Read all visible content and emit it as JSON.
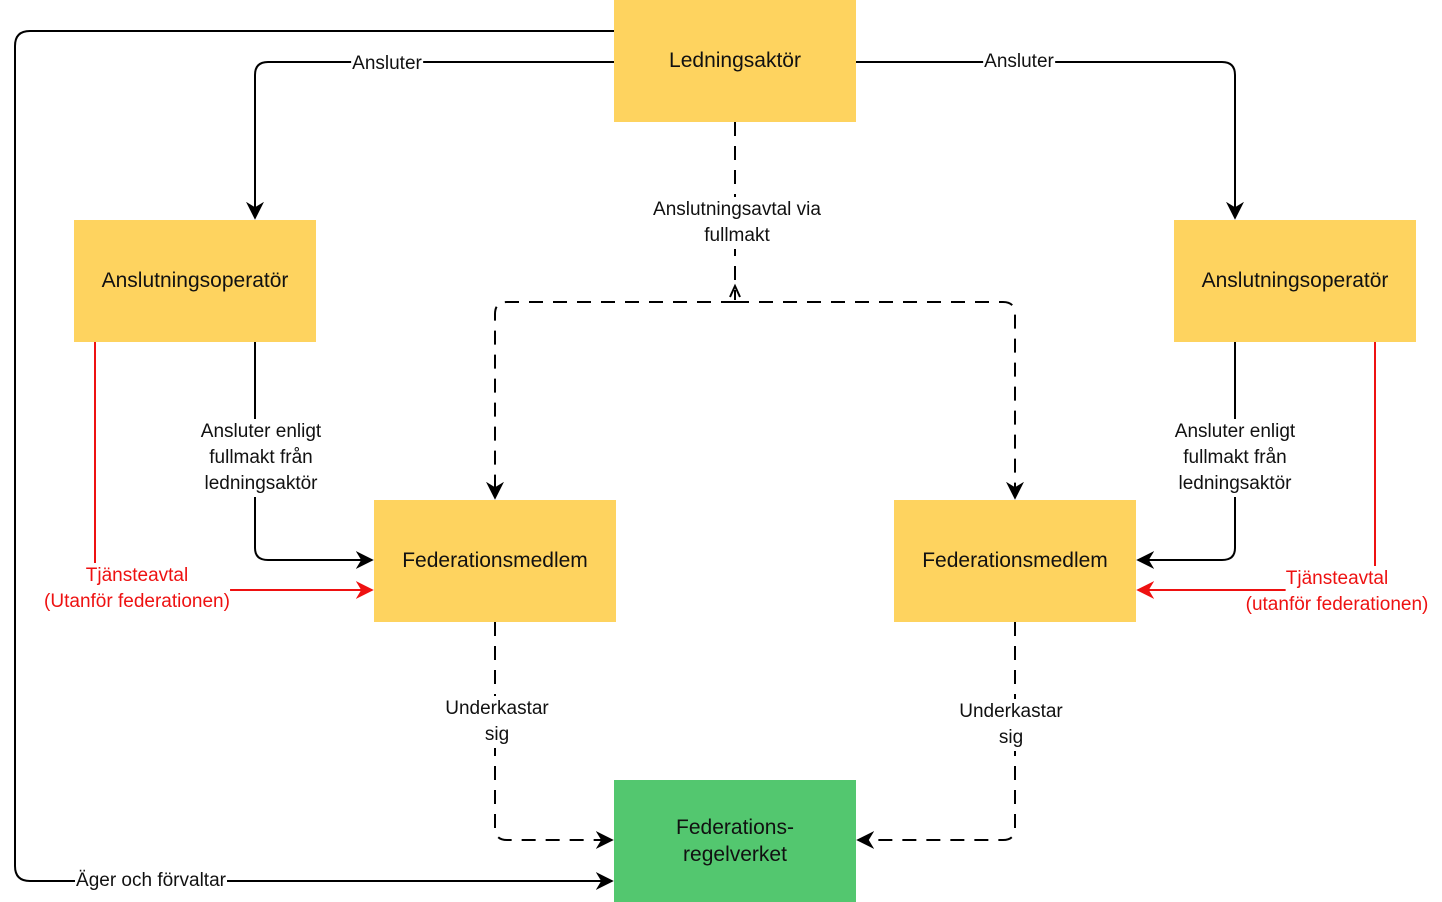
{
  "nodes": {
    "ledningsaktor": "Ledningsaktör",
    "anslutningsoperator_left": "Anslutningsoperatör",
    "anslutningsoperator_right": "Anslutningsoperatör",
    "federationsmedlem_left": "Federationsmedlem",
    "federationsmedlem_right": "Federationsmedlem",
    "regelverk_line1": "Federations-",
    "regelverk_line2": "regelverket"
  },
  "edge_labels": {
    "ansluter_left": "Ansluter",
    "ansluter_right": "Ansluter",
    "anslutningsavtal_line1": "Anslutningsavtal via",
    "anslutningsavtal_line2": "fullmakt",
    "ansluter_enligt_left": [
      "Ansluter enligt",
      "fullmakt från",
      "ledningsaktör"
    ],
    "ansluter_enligt_right": [
      "Ansluter enligt",
      "fullmakt från",
      "ledningsaktör"
    ],
    "tjansteavtal_left": [
      "Tjänsteavtal",
      "(Utanför federationen)"
    ],
    "tjansteavtal_right": [
      "Tjänsteavtal",
      "(utanför federationen)"
    ],
    "underkastar_left": [
      "Underkastar",
      "sig"
    ],
    "underkastar_right": [
      "Underkastar",
      "sig"
    ],
    "ager_forvaltar": "Äger och förvaltar"
  },
  "colors": {
    "actor_fill": "#fed35f",
    "regelverk_fill": "#53c76f",
    "service_agreement": "#ee1111",
    "edge": "#000000"
  }
}
